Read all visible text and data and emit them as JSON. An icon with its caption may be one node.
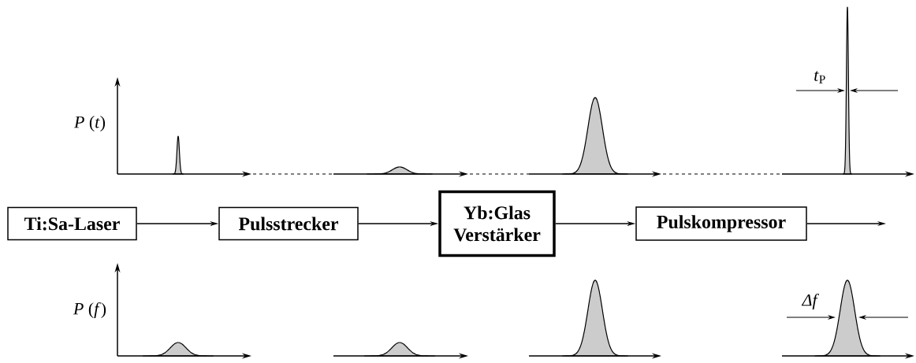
{
  "diagram": {
    "nodes": [
      {
        "text": [
          "Ti:Sa-Laser"
        ]
      },
      {
        "text": [
          "Pulsstrecker"
        ]
      },
      {
        "text": [
          "Yb:Glas Verstärker"
        ]
      },
      {
        "text": [
          "Pulskompressor"
        ]
      }
    ],
    "edges": [
      {
        "from": 0,
        "to": 1,
        "arrow": "to"
      },
      {
        "from": 1,
        "to": 2,
        "arrow": "to"
      },
      {
        "from": 2,
        "to": 3,
        "arrow": "to"
      },
      {
        "from": 3,
        "to": null,
        "arrow": "to"
      }
    ],
    "labels": [
      "*P* (*t*)",
      "*t*$_{P}$",
      "*P* (*f*)",
      "Δf"
    ]
  }
}
